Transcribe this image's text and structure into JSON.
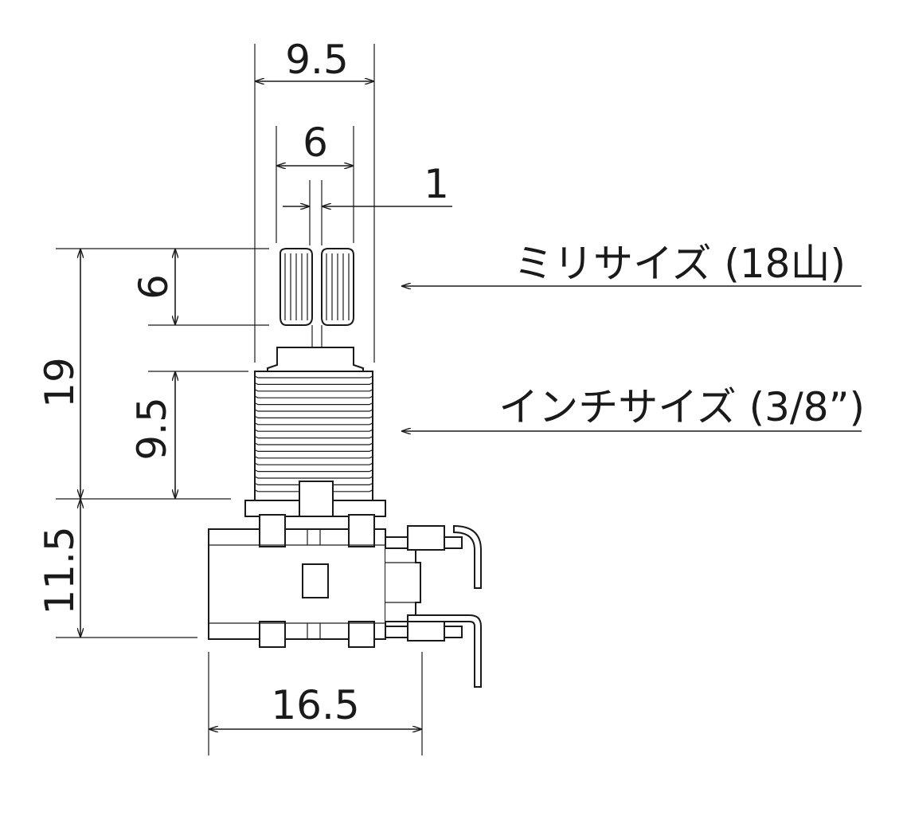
{
  "dimensions": {
    "overall_shaft_width": "9.5",
    "knurl_width": "6",
    "slot_width": "1",
    "knurl_height": "6",
    "total_shaft_height": "19",
    "thread_height": "9.5",
    "body_height": "11.5",
    "body_width": "16.5"
  },
  "callouts": {
    "metric_knurl": "ミリサイズ (18山)",
    "inch_thread": "インチサイズ (3/8”)"
  }
}
